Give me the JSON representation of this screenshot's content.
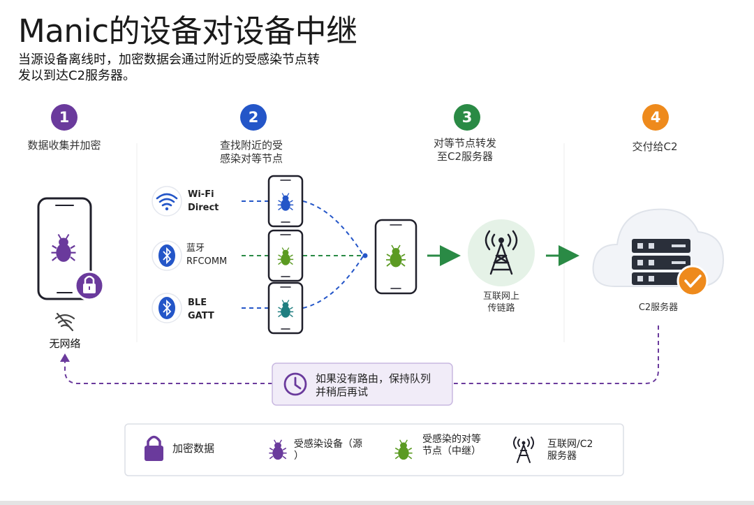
{
  "header": {
    "title": "Manic的设备对设备中继",
    "subtitle_line1": "当源设备离线时，加密数据会通过附近的受感染节点转",
    "subtitle_line2": "发以到达C2服务器。"
  },
  "steps": [
    {
      "num": "1",
      "line1": "数据收集并加密",
      "line2": "",
      "color": "#6a3a9c"
    },
    {
      "num": "2",
      "line1": "查找附近的受",
      "line2": "感染对等节点",
      "color": "#2456c8"
    },
    {
      "num": "3",
      "line1": "对等节点转发",
      "line2": "至C2服务器",
      "color": "#2a8a45"
    },
    {
      "num": "4",
      "line1": "交付给C2",
      "line2": "",
      "color": "#ee8a1c"
    }
  ],
  "source": {
    "status_label": "无网络"
  },
  "channels": [
    {
      "line1": "Wi-Fi",
      "line2": "Direct",
      "icon": "wifi-icon"
    },
    {
      "line1": "蓝牙",
      "line2": "RFCOMM",
      "icon": "bluetooth-icon"
    },
    {
      "line1": "BLE",
      "line2": "GATT",
      "icon": "bluetooth-icon"
    }
  ],
  "tower": {
    "line1": "互联网上",
    "line2": "传链路"
  },
  "server": {
    "label": "C2服务器"
  },
  "retry": {
    "line1": "如果没有路由，保持队列",
    "line2": "并稍后再试"
  },
  "legend": [
    {
      "icon": "lock-icon",
      "line1": "加密数据",
      "line2": ""
    },
    {
      "icon": "purple-bug-icon",
      "line1": "受感染设备（源",
      "line2": "）"
    },
    {
      "icon": "green-bug-icon",
      "line1": "受感染的对等",
      "line2": "节点（中继）"
    },
    {
      "icon": "tower-icon",
      "line1": "互联网/C2",
      "line2": "服务器"
    }
  ],
  "colors": {
    "purple": "#6a3a9c",
    "blue": "#2456c8",
    "green": "#2a8a45",
    "teal": "#1f7e80",
    "orange": "#ee8a1c",
    "retry_bg": "#f1ecf8"
  }
}
